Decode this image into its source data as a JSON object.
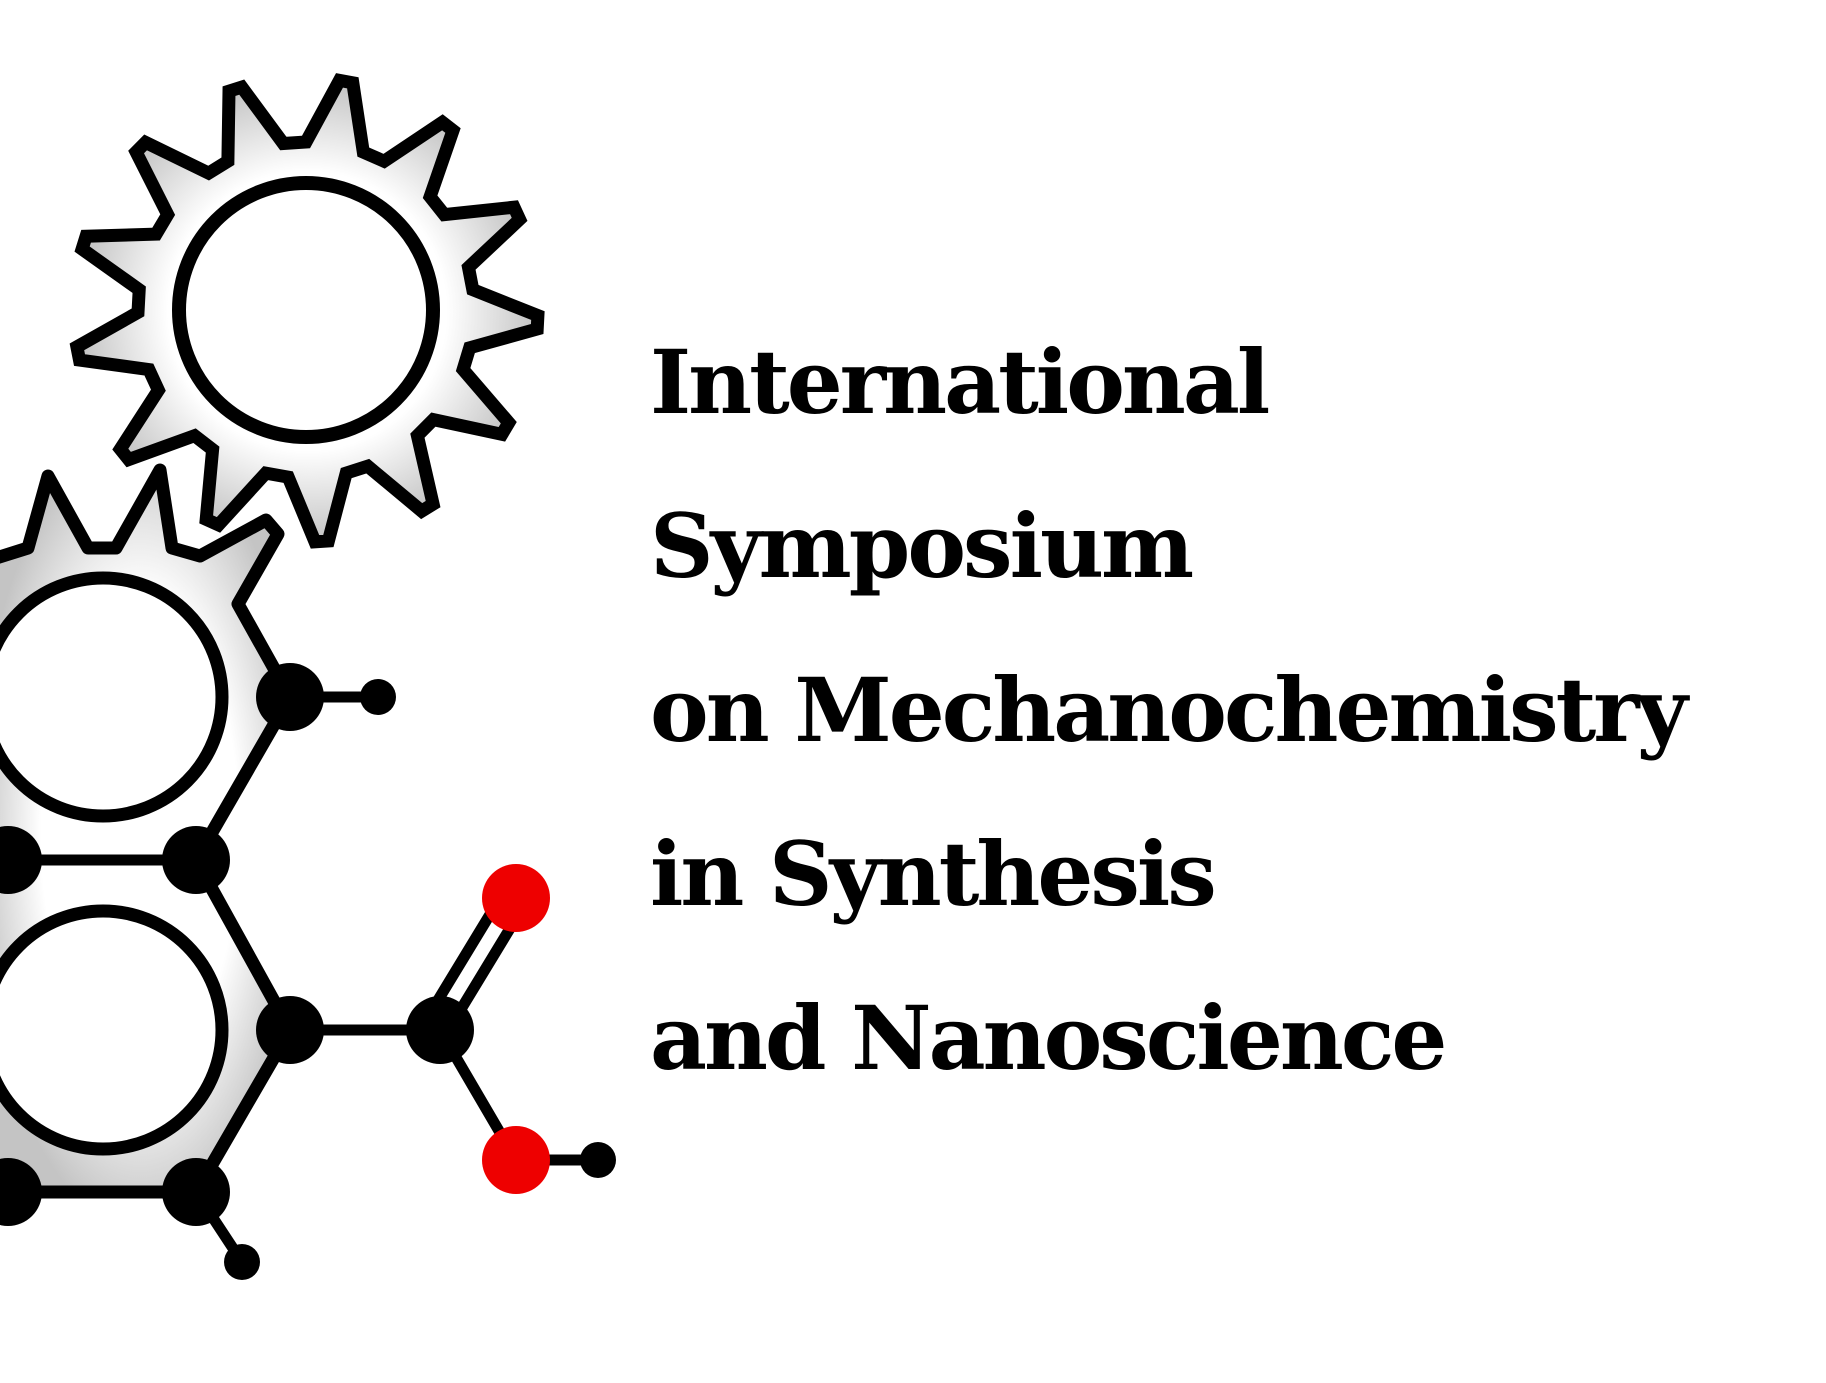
{
  "title": {
    "lines": [
      "International",
      "Symposium",
      "on Mechanochemistry",
      "in Synthesis",
      "and Nanoscience"
    ]
  },
  "logo": {
    "icons": [
      "gear-icon",
      "molecule-icon"
    ],
    "colors": {
      "outline": "#000000",
      "gear_fill_light": "#ffffff",
      "gear_fill_dark": "#bdbdbd",
      "atom": "#000000",
      "oxygen_atom": "#ee0000"
    }
  }
}
